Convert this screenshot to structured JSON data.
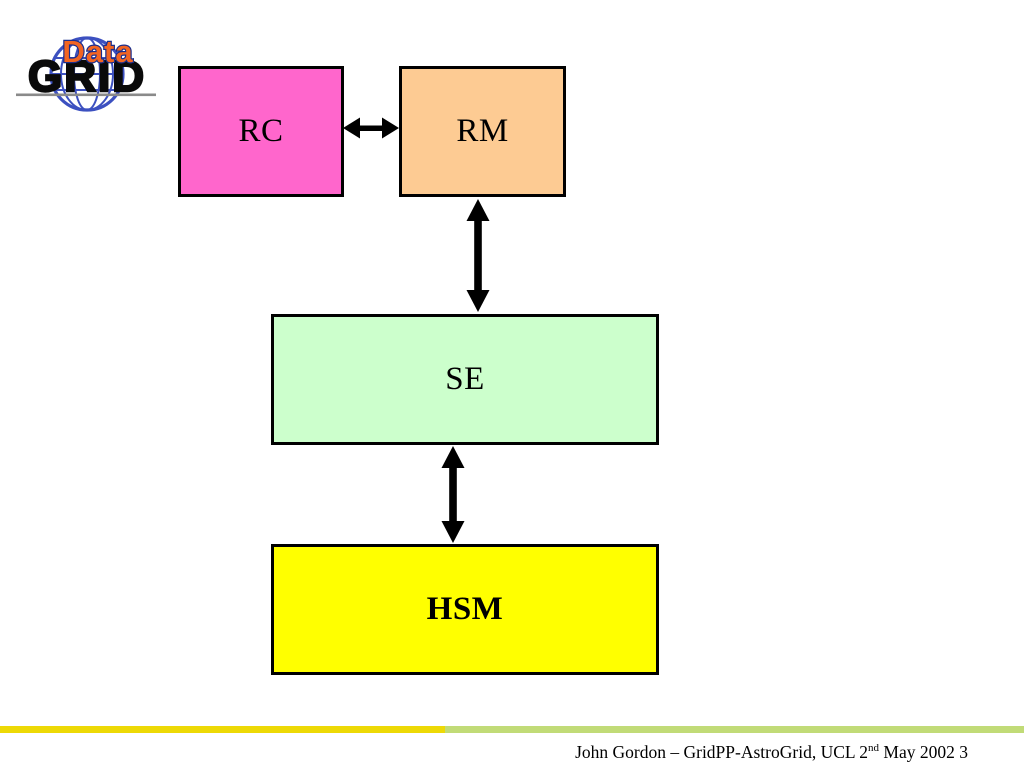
{
  "slide": {
    "logo": {
      "data_text": "Data",
      "grid_text": "GRID",
      "colors": {
        "data_fill": "#f26522",
        "data_outline": "#1b2e8c",
        "grid_fill": "#0a0a0a",
        "globe_blue": "#3c50c0",
        "underline_gray": "#8a8a8a"
      }
    },
    "boxes": [
      {
        "id": "rc",
        "label": "RC",
        "fill": "#ff66cc"
      },
      {
        "id": "rm",
        "label": "RM",
        "fill": "#fdcb93"
      },
      {
        "id": "se",
        "label": "SE",
        "fill": "#ccffcc"
      },
      {
        "id": "hsm",
        "label": "HSM",
        "fill": "#ffff00"
      }
    ],
    "connectors": [
      {
        "from": "RC",
        "to": "RM",
        "type": "double-arrow-horizontal"
      },
      {
        "from": "RM",
        "to": "SE",
        "type": "double-arrow-vertical"
      },
      {
        "from": "SE",
        "to": "HSM",
        "type": "double-arrow-vertical"
      }
    ],
    "accent_bars": {
      "yellow": "#edd906",
      "green": "#c1db77"
    },
    "footer": {
      "author_part": "John Gordon – GridPP-AstroGrid, UCL 2",
      "superscript": "nd",
      "date_part": " May 2002 ",
      "slide_number": "3"
    }
  }
}
